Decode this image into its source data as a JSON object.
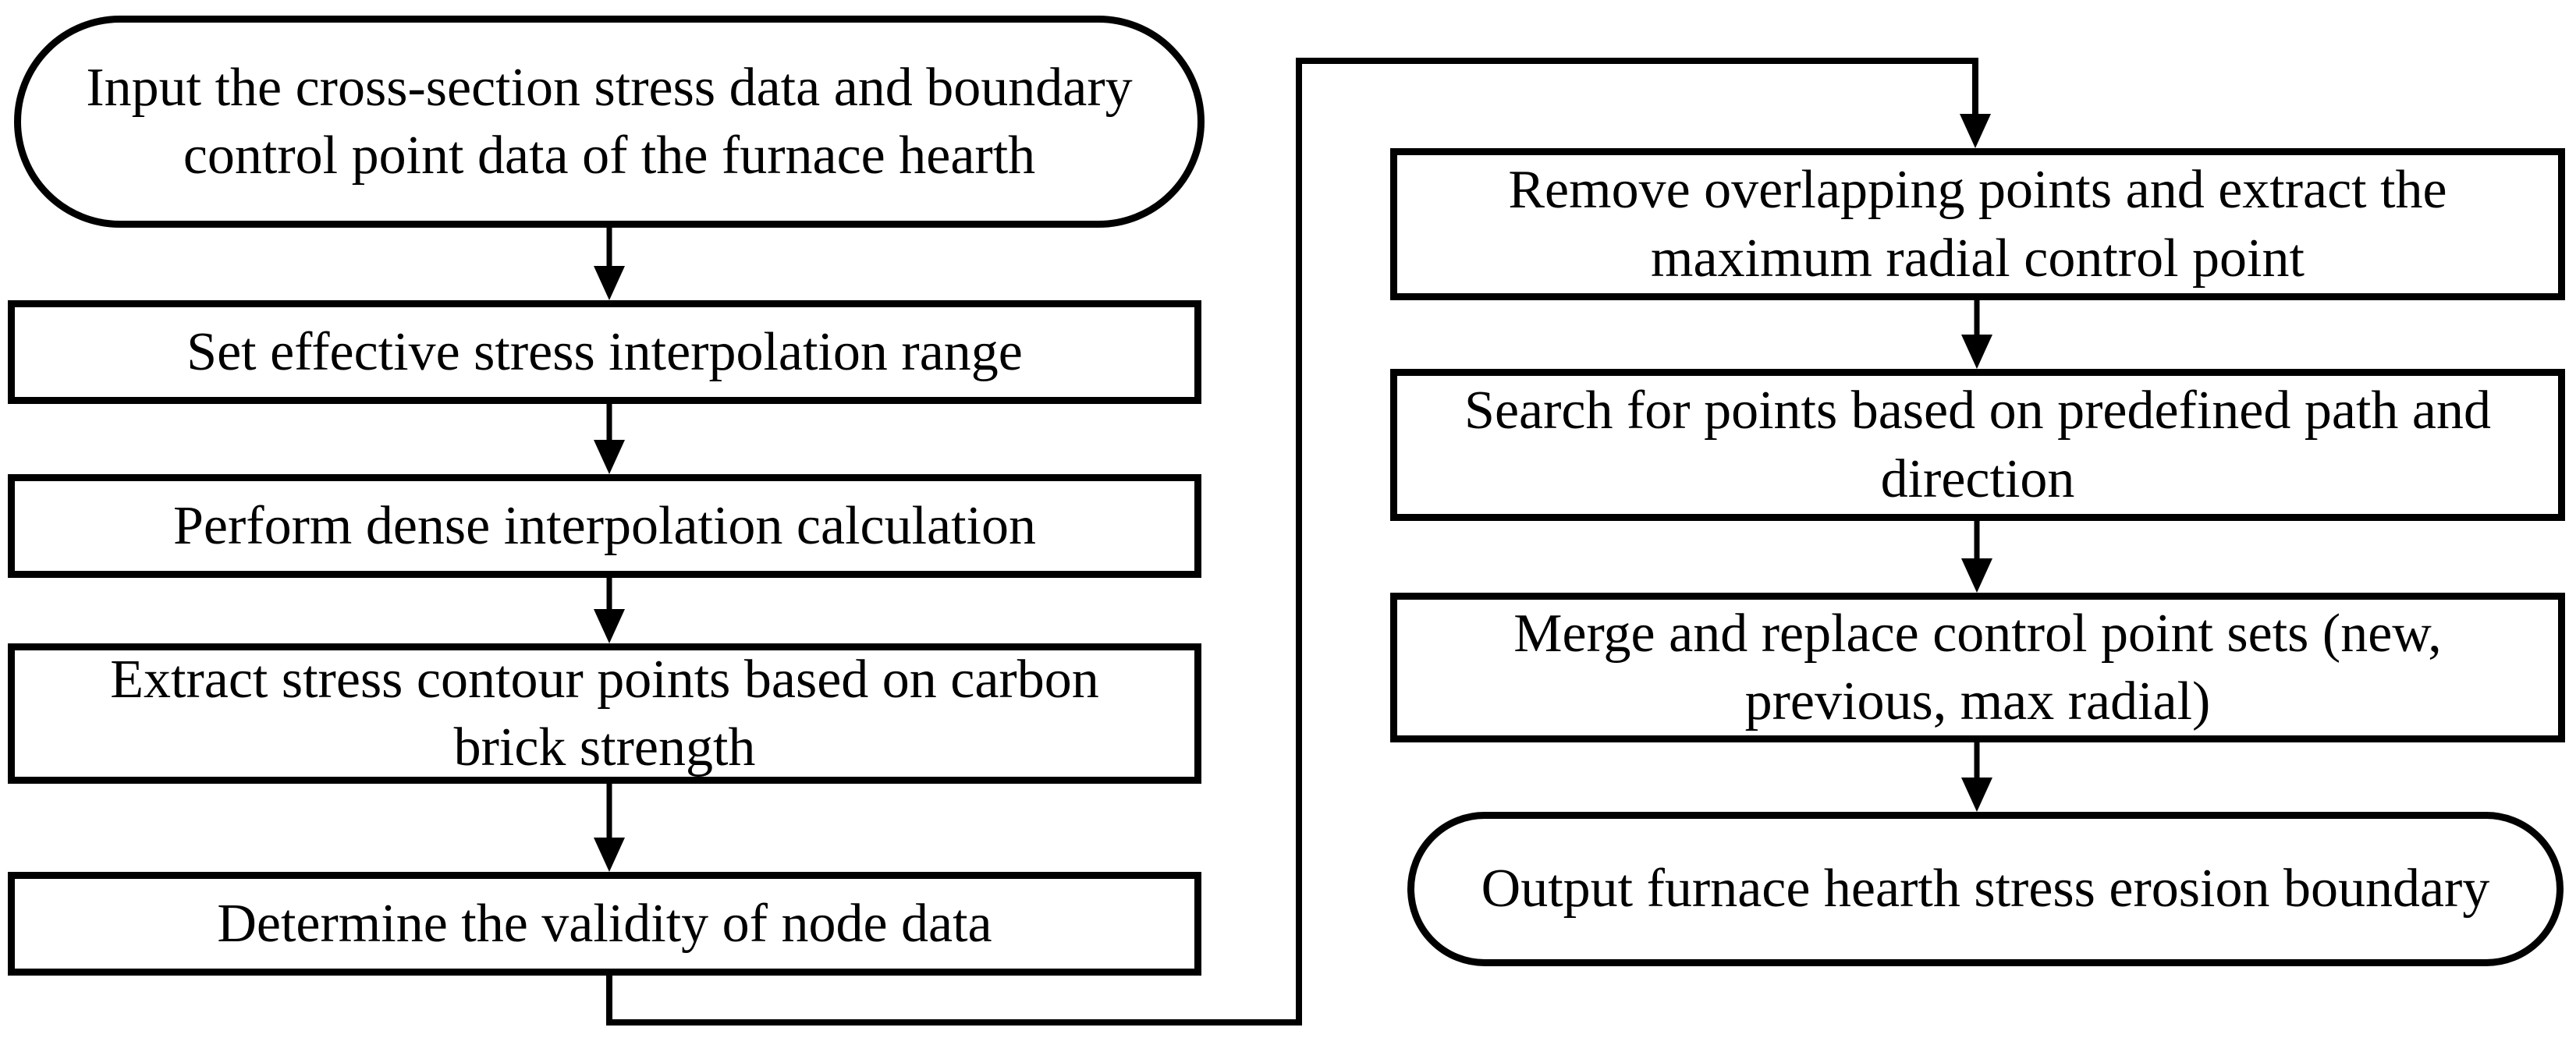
{
  "flowchart": {
    "nodes": {
      "start": {
        "label": "Input the cross-section stress data and boundary\ncontrol point data of the furnace hearth"
      },
      "set_range": {
        "label": "Set effective stress interpolation range"
      },
      "dense_interp": {
        "label": "Perform dense interpolation calculation"
      },
      "extract_contour": {
        "label": "Extract stress contour points based on carbon\nbrick strength"
      },
      "validity": {
        "label": "Determine the validity of node data"
      },
      "remove_overlap": {
        "label": "Remove overlapping points and extract the\nmaximum radial control point"
      },
      "search_points": {
        "label": "Search for points based on predefined path and\ndirection"
      },
      "merge_replace": {
        "label": "Merge and replace control point sets (new,\nprevious, max radial)"
      },
      "output": {
        "label": "Output furnace hearth stress erosion boundary"
      }
    },
    "colors": {
      "line": "#000000",
      "fill": "#ffffff"
    }
  }
}
